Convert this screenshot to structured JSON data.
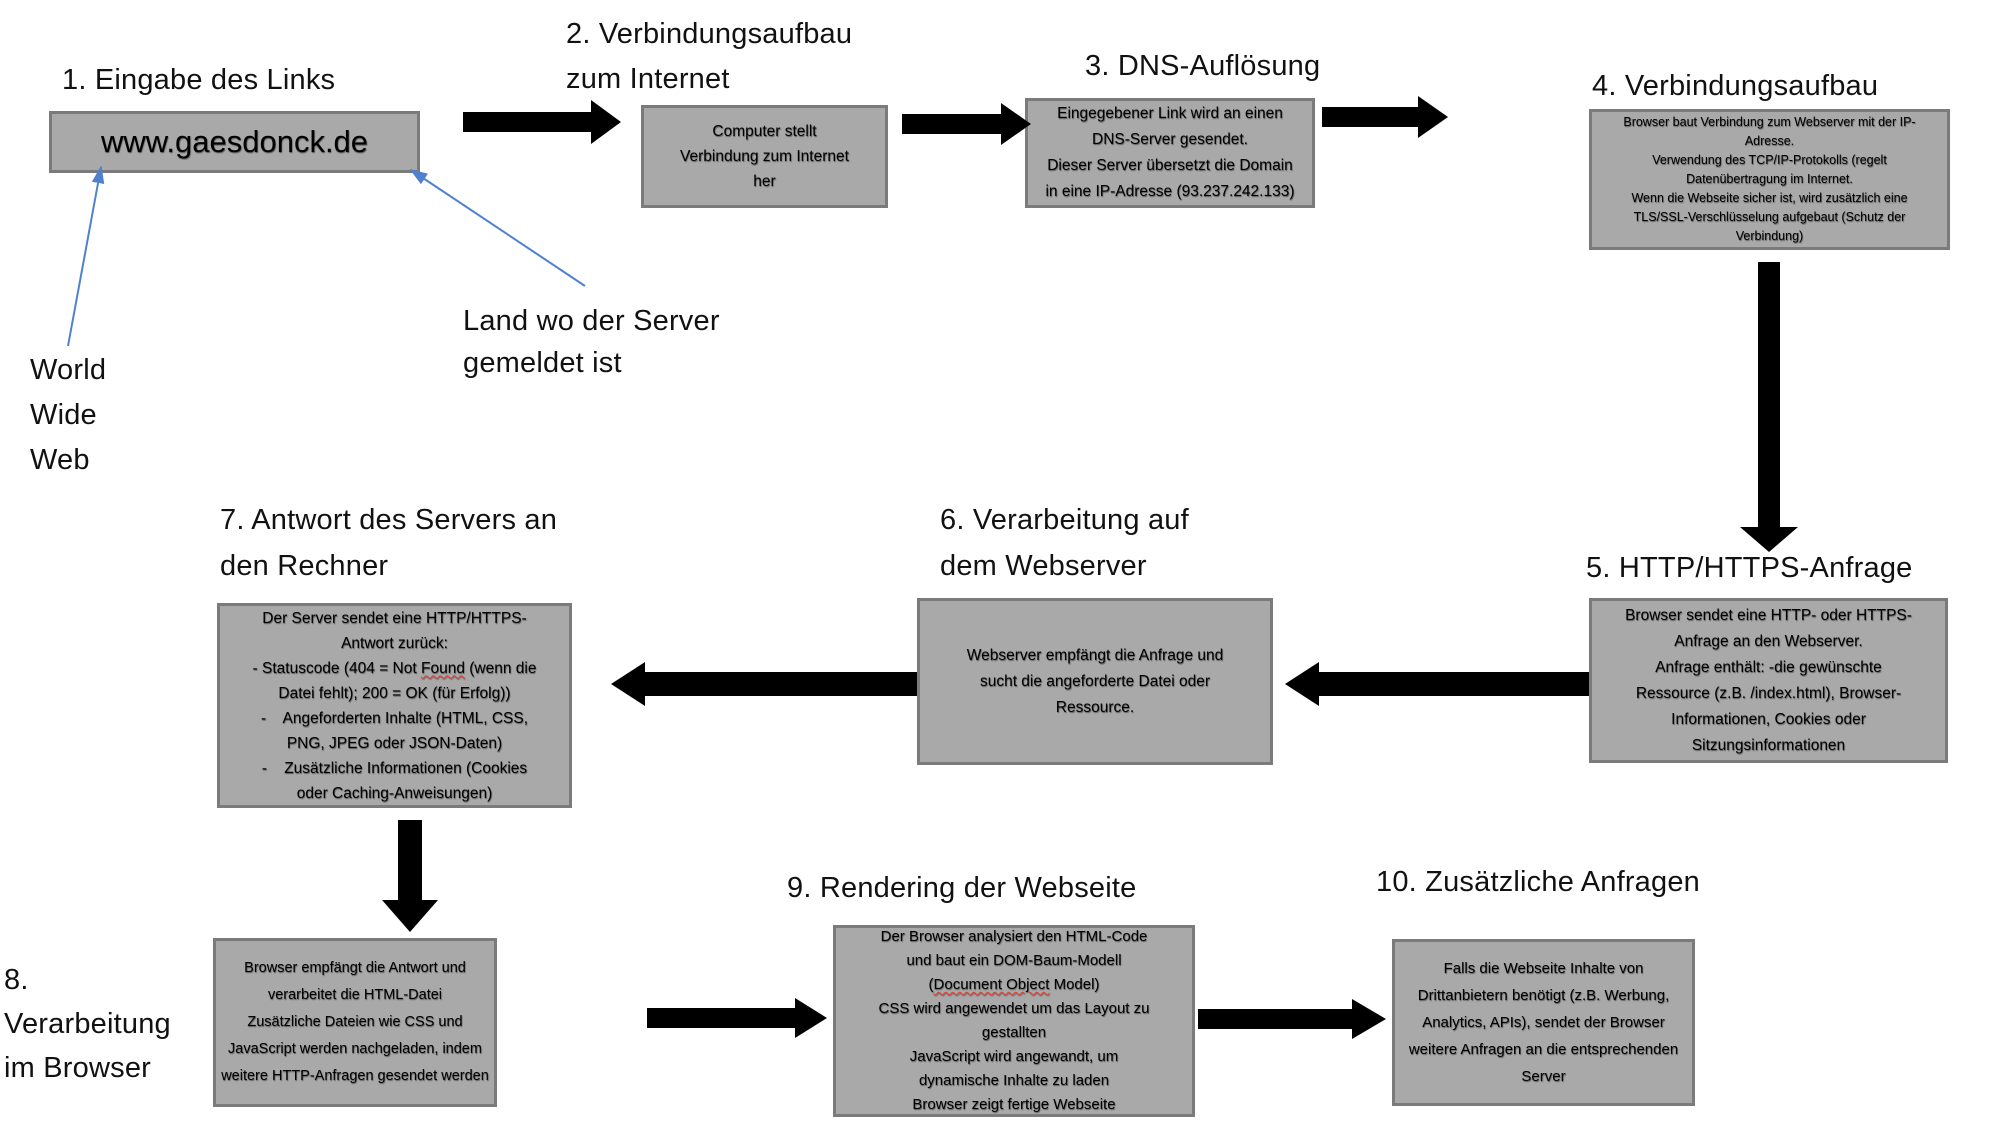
{
  "colors": {
    "box_fill": "#a9a9a9",
    "box_border": "#7b7b7b",
    "flow_arrow": "#000000",
    "annotation_arrow": "#4f81cd",
    "spellcheck_underline": "#e03c31",
    "text": "#000000",
    "background": "#ffffff"
  },
  "notes": {
    "www": "World\nWide\nWeb",
    "country": "Land wo der Server\ngemeldet ist"
  },
  "steps": [
    {
      "title": "1. Eingabe des Links",
      "box": "www.gaesdonck.de"
    },
    {
      "title": "2. Verbindungsaufbau\nzum Internet",
      "box": "Computer stellt\nVerbindung zum Internet\nher"
    },
    {
      "title": "3. DNS-Auflösung",
      "box": "Eingegebener Link wird an einen\nDNS-Server gesendet.\nDieser Server übersetzt die Domain\nin eine IP-Adresse (93.237.242.133)"
    },
    {
      "title": "4. Verbindungsaufbau",
      "box": "Browser baut Verbindung zum Webserver mit der IP-\nAdresse.\nVerwendung des TCP/IP-Protokolls (regelt\nDatenübertragung im Internet.\nWenn die Webseite sicher ist, wird zusätzlich eine\nTLS/SSL-Verschlüsselung aufgebaut (Schutz der\nVerbindung)"
    },
    {
      "title": "5. HTTP/HTTPS-Anfrage",
      "box": "Browser sendet eine HTTP- oder HTTPS-\nAnfrage an den Webserver.\nAnfrage enthält: -die gewünschte\nRessource (z.B. /index.html), Browser-\nInformationen, Cookies oder\nSitzungsinformationen"
    },
    {
      "title": "6. Verarbeitung auf\ndem Webserver",
      "box": "Webserver empfängt die Anfrage und\nsucht die angeforderte Datei oder\nRessource."
    },
    {
      "title": "7. Antwort des Servers an\nden Rechner",
      "box_pre": "Der Server sendet eine HTTP/HTTPS-\nAntwort zurück:\n- Statuscode (404 = Not ",
      "box_wavy": "Found",
      "box_post": " (wenn die\nDatei fehlt); 200 = OK (für Erfolg))\n-    Angeforderten Inhalte (HTML, CSS,\nPNG, JPEG oder JSON-Daten)\n-    Zusätzliche Informationen (Cookies\noder Caching-Anweisungen)"
    },
    {
      "title": "8.\nVerarbeitung\nim Browser",
      "box": "Browser empfängt die Antwort und\nverarbeitet die HTML-Datei\nZusätzliche Dateien wie CSS und\nJavaScript werden nachgeladen, indem\nweitere HTTP-Anfragen gesendet werden"
    },
    {
      "title": "9. Rendering der Webseite",
      "box_pre": "Der Browser analysiert den HTML-Code\nund baut ein DOM-Baum-Modell\n(",
      "box_wavy": "Document Object",
      "box_post": " Model)\nCSS wird angewendet um das Layout zu\ngestallten\nJavaScript wird angewandt, um\ndynamische Inhalte zu laden\nBrowser zeigt fertige Webseite"
    },
    {
      "title": "10. Zusätzliche Anfragen",
      "box": "Falls die Webseite Inhalte von\nDrittanbietern benötigt (z.B. Werbung,\nAnalytics, APIs), sendet der Browser\nweitere Anfragen an die entsprechenden\nServer"
    }
  ]
}
